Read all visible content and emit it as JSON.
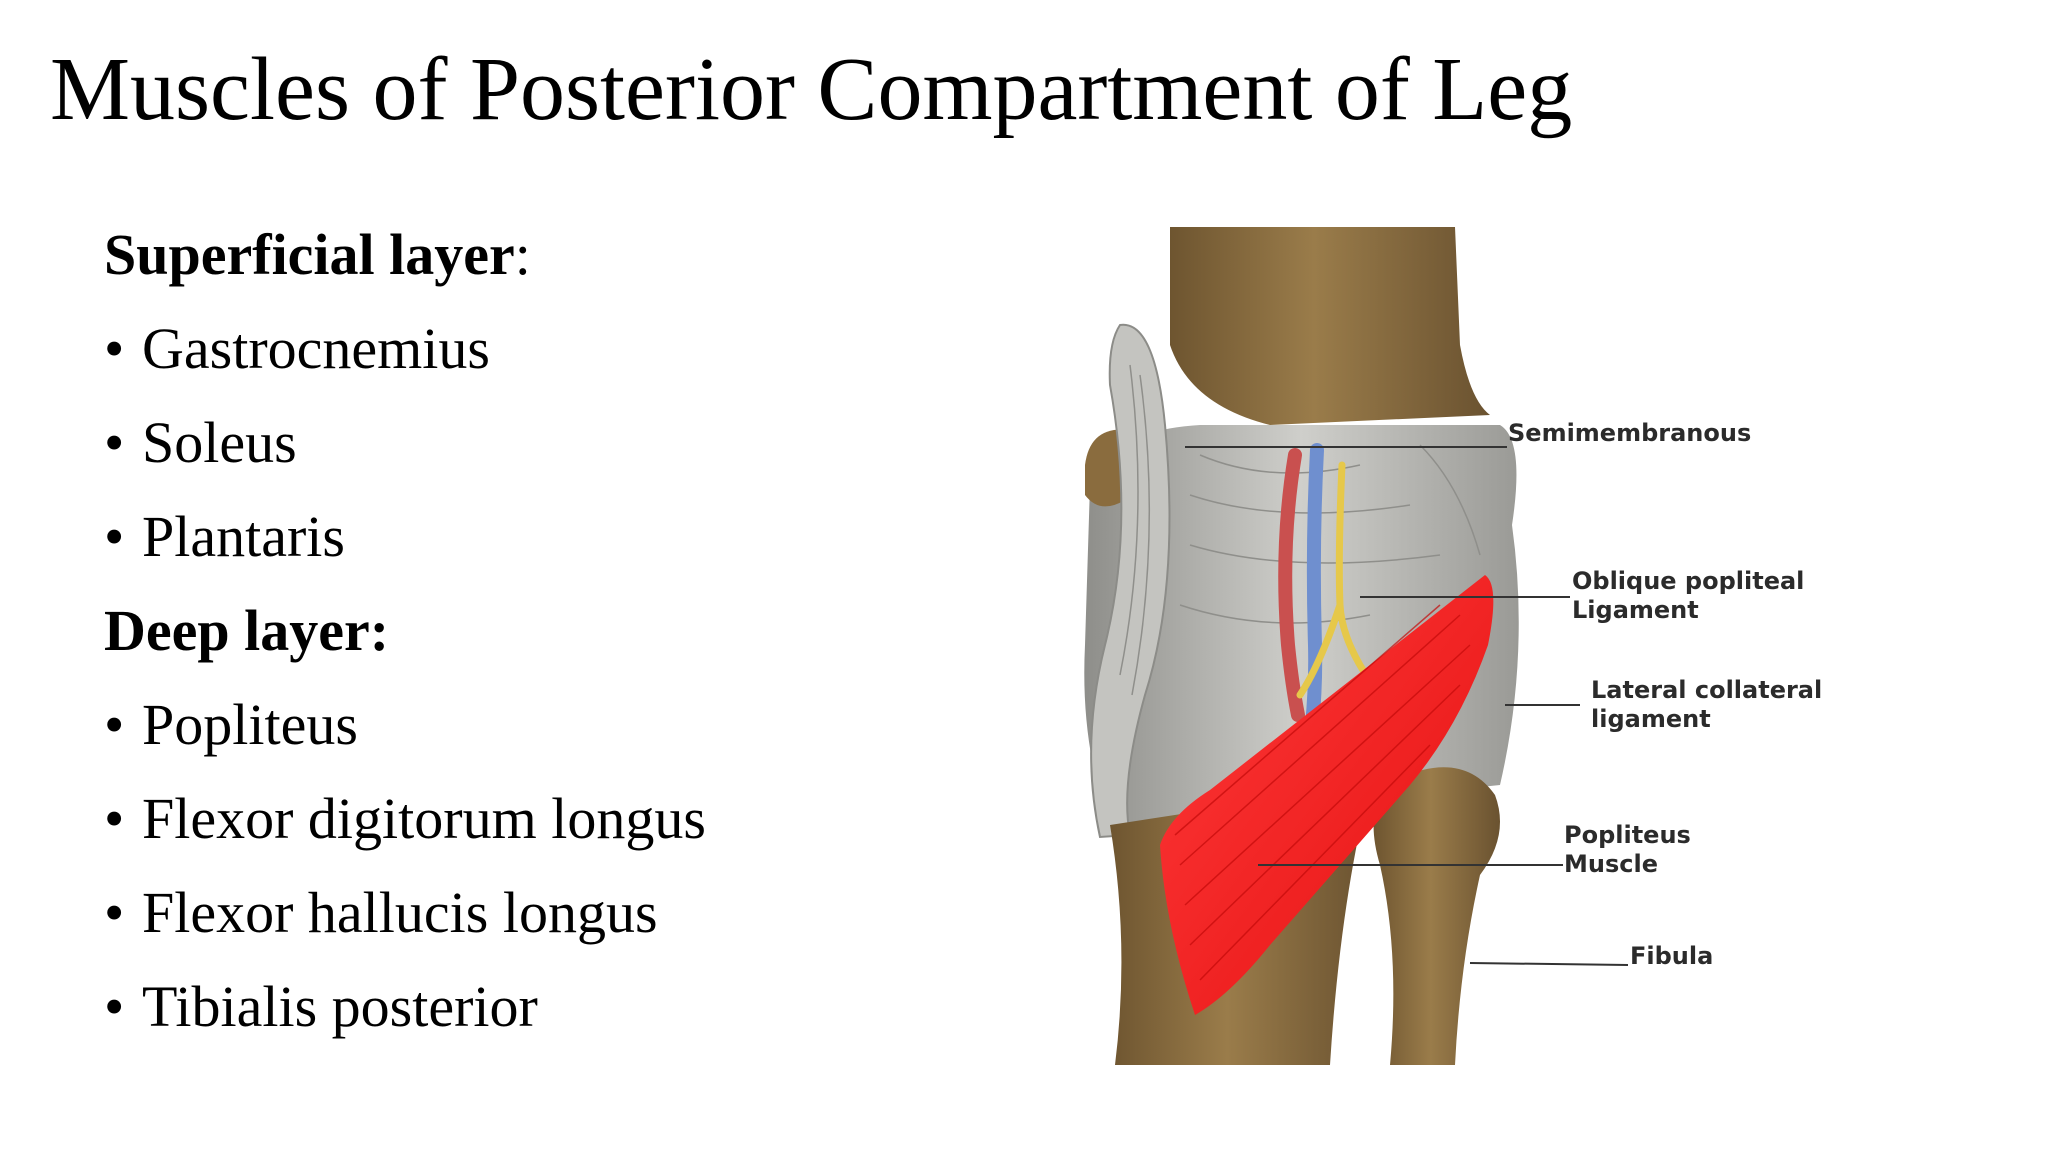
{
  "slide": {
    "title": "Muscles of Posterior Compartment of Leg",
    "superficial": {
      "heading_bold": "Superficial layer",
      "heading_suffix": ":",
      "items": [
        "Gastrocnemius",
        "Soleus",
        "Plantaris"
      ]
    },
    "deep": {
      "heading_bold": "Deep layer:",
      "items": [
        "Popliteus",
        "Flexor digitorum longus",
        "Flexor hallucis longus",
        "Tibialis posterior"
      ]
    },
    "bullet": "•"
  },
  "figure": {
    "labels": {
      "semimembranous": "Semimembranous",
      "oblique_1": "Oblique popliteal",
      "oblique_2": "Ligament",
      "lateral_1": "Lateral collateral",
      "lateral_2": "ligament",
      "popliteus_1": "Popliteus",
      "popliteus_2": "Muscle",
      "fibula": "Fibula"
    },
    "colors": {
      "bone": "#8a6c3e",
      "ligament": "#b9b9b6",
      "muscle": "#f21d1d",
      "artery": "#c9504f",
      "vein": "#6f8fcf",
      "nerve": "#e6c84a"
    }
  }
}
